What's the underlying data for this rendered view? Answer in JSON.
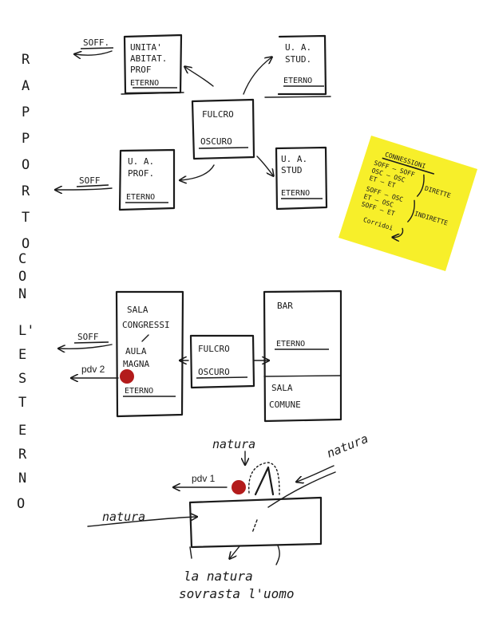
{
  "vertical_title": [
    "R",
    "A",
    "P",
    "P",
    "O",
    "R",
    "T",
    "O",
    "C",
    "O",
    "N",
    "L'",
    "E",
    "S",
    "T",
    "E",
    "R",
    "N",
    "O"
  ],
  "top_section": {
    "unita_abitat": {
      "lines": [
        "UNITA'",
        "ABITAT.",
        "PROF",
        "ETERNO"
      ]
    },
    "ua_stud_top": {
      "lines": [
        "U. A.",
        "STUD."
      ],
      "eterno": "ETERNO"
    },
    "fulcro_top": {
      "line1": "FULCRO",
      "line2": "OSCURO"
    },
    "ua_prof": {
      "lines": [
        "U. A.",
        "PROF."
      ],
      "eterno": "ETERNO"
    },
    "ua_stud_bottom": {
      "lines": [
        "U. A.",
        "STUD"
      ],
      "eterno": "ETERNO"
    },
    "soff_top": "SOFF.",
    "soff_left": "SOFF"
  },
  "sticky_note": {
    "color": "#f7ef2a",
    "title": "CONNESSIONI",
    "direct_lines": [
      "SOFF — SOFF",
      "OSC — OSC",
      "ET — ET"
    ],
    "direct_label": "DIRETTE",
    "indirect_lines": [
      "SOFF — OSC",
      "ET — OSC",
      "SOFF — ET"
    ],
    "indirect_label": "INDIRETTE",
    "footer": "Corridoi"
  },
  "middle_section": {
    "sala": {
      "lines": [
        "SALA",
        "CONGRESSI",
        "AULA",
        "MAGNA"
      ],
      "eterno": "ETERNO"
    },
    "soff": "SOFF",
    "pdv2": "pdv 2",
    "fulcro": {
      "line1": "FULCRO",
      "line2": "OSCURO"
    },
    "bar": {
      "line1": "BAR",
      "eterno": "ETERNO",
      "line3": "SALA",
      "line4": "COMUNE"
    },
    "marker_color": "#b31b1b"
  },
  "sketch_section": {
    "natura_top": "natura",
    "natura_right": "natura",
    "natura_left": "natura",
    "pdv1": "pdv 1",
    "caption_line1": "la natura",
    "caption_line2": "sovrasta l'uomo",
    "marker_color": "#b31b1b"
  }
}
